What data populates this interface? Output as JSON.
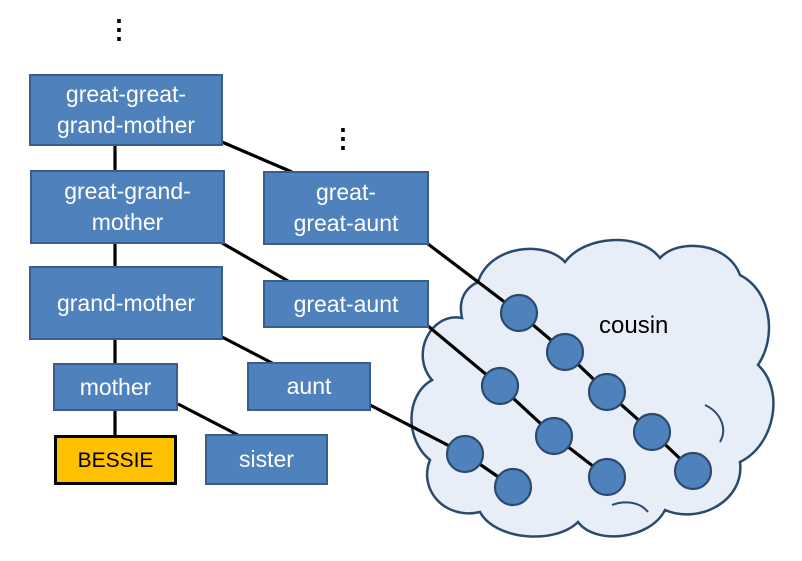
{
  "colors": {
    "box_fill": "#4f81bd",
    "box_border": "#385d8a",
    "focus_fill": "#ffc000",
    "cloud_fill": "#e7eef8",
    "cloud_border": "#2c4a6e",
    "node_fill": "#4f81bd",
    "edge": "#000000"
  },
  "continuation_mark": "⋮",
  "nodes": {
    "great_great_grand_mother": "great-great-\ngrand-mother",
    "great_grand_mother": "great-grand-\nmother",
    "grand_mother": "grand-mother",
    "mother": "mother",
    "bessie": "BESSIE",
    "great_great_aunt": "great-\ngreat-aunt",
    "great_aunt": "great-aunt",
    "aunt": "aunt",
    "sister": "sister"
  },
  "cloud": {
    "label": "cousin"
  }
}
